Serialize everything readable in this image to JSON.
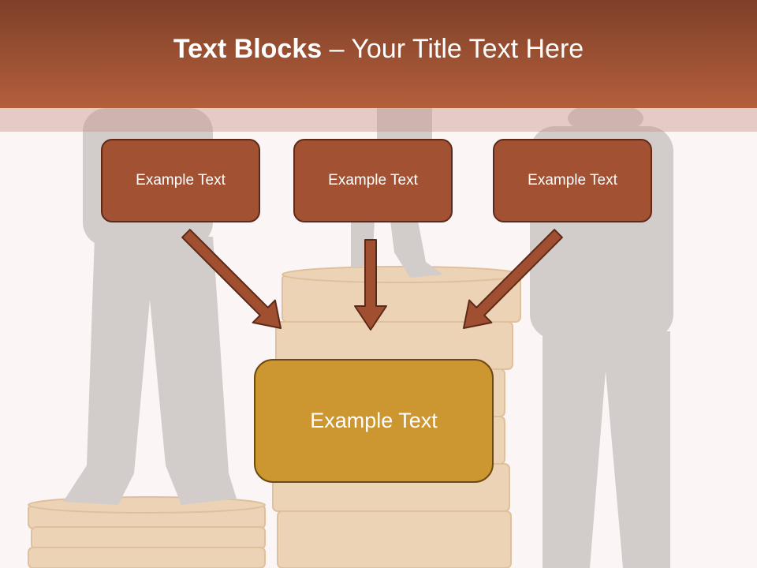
{
  "header": {
    "title_bold": "Text Blocks",
    "title_rest": " – Your Title Text Here"
  },
  "blocks": [
    {
      "label": "Example Text"
    },
    {
      "label": "Example Text"
    },
    {
      "label": "Example Text"
    }
  ],
  "target": {
    "label": "Example Text"
  },
  "colors": {
    "header": "#a0512f",
    "block_fill": "#a25233",
    "block_border": "#5e2a18",
    "target_fill": "#cc9730",
    "arrow_fill": "#a04f31",
    "arrow_stroke": "#5e2a18"
  }
}
